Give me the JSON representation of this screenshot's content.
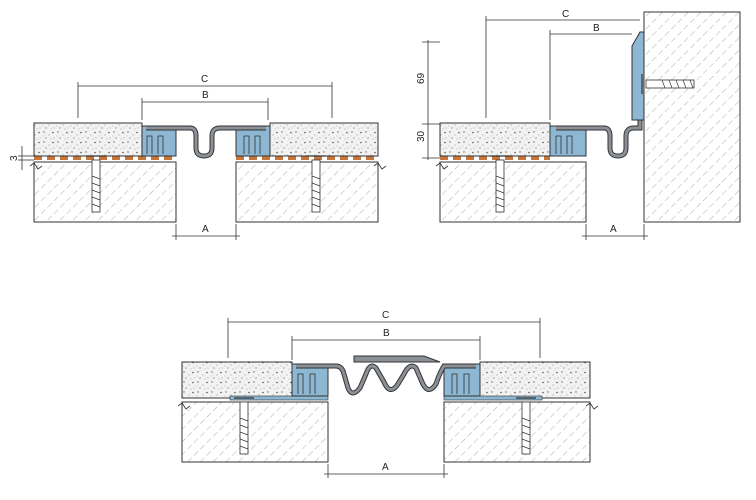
{
  "colors": {
    "line": "#333333",
    "metal": "#8a9096",
    "blue": "#8db7d2",
    "orange": "#c8753a",
    "concrete_fill": "#ebebeb",
    "hatch": "#777777"
  },
  "labels": {
    "a": "A",
    "b": "B",
    "c": "C",
    "height_upper": "69",
    "height_lower": "30",
    "thickness": "3"
  }
}
